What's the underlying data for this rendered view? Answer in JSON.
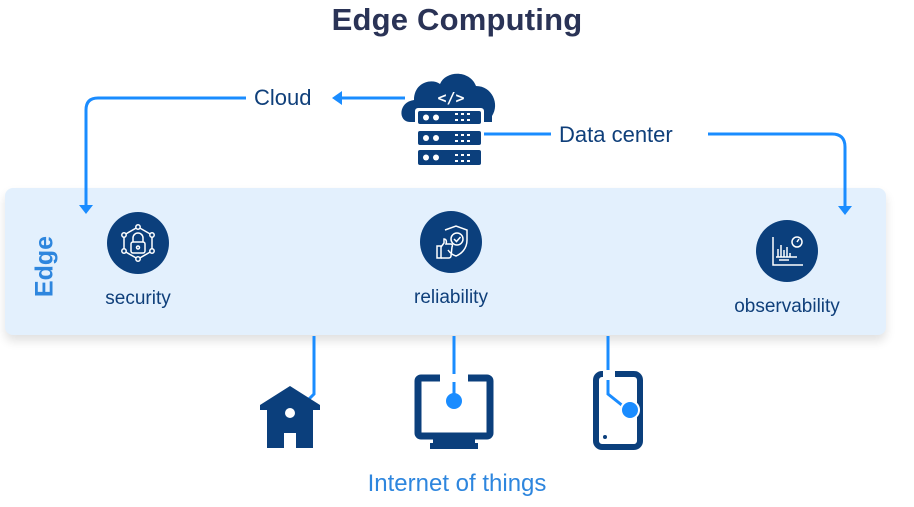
{
  "title": "Edge Computing",
  "sources": {
    "cloud_label": "Cloud",
    "datacenter_label": "Data center",
    "hub_icon": "cloud-server-icon"
  },
  "edge": {
    "label": "Edge",
    "features": [
      {
        "name": "security",
        "icon": "lock-network-icon"
      },
      {
        "name": "reliability",
        "icon": "shield-check-thumbs-up-icon"
      },
      {
        "name": "observability",
        "icon": "chart-gauge-icon"
      }
    ]
  },
  "iot": {
    "label": "Internet of things",
    "devices": [
      {
        "name": "home",
        "icon": "house-icon"
      },
      {
        "name": "computer",
        "icon": "monitor-icon"
      },
      {
        "name": "tablet",
        "icon": "tablet-icon"
      }
    ]
  },
  "colors": {
    "title": "#2a3356",
    "dark_blue": "#0b3f7c",
    "accent_blue": "#1a8cff",
    "panel_bg": "#e3f0fd",
    "edge_text": "#2e86de"
  }
}
